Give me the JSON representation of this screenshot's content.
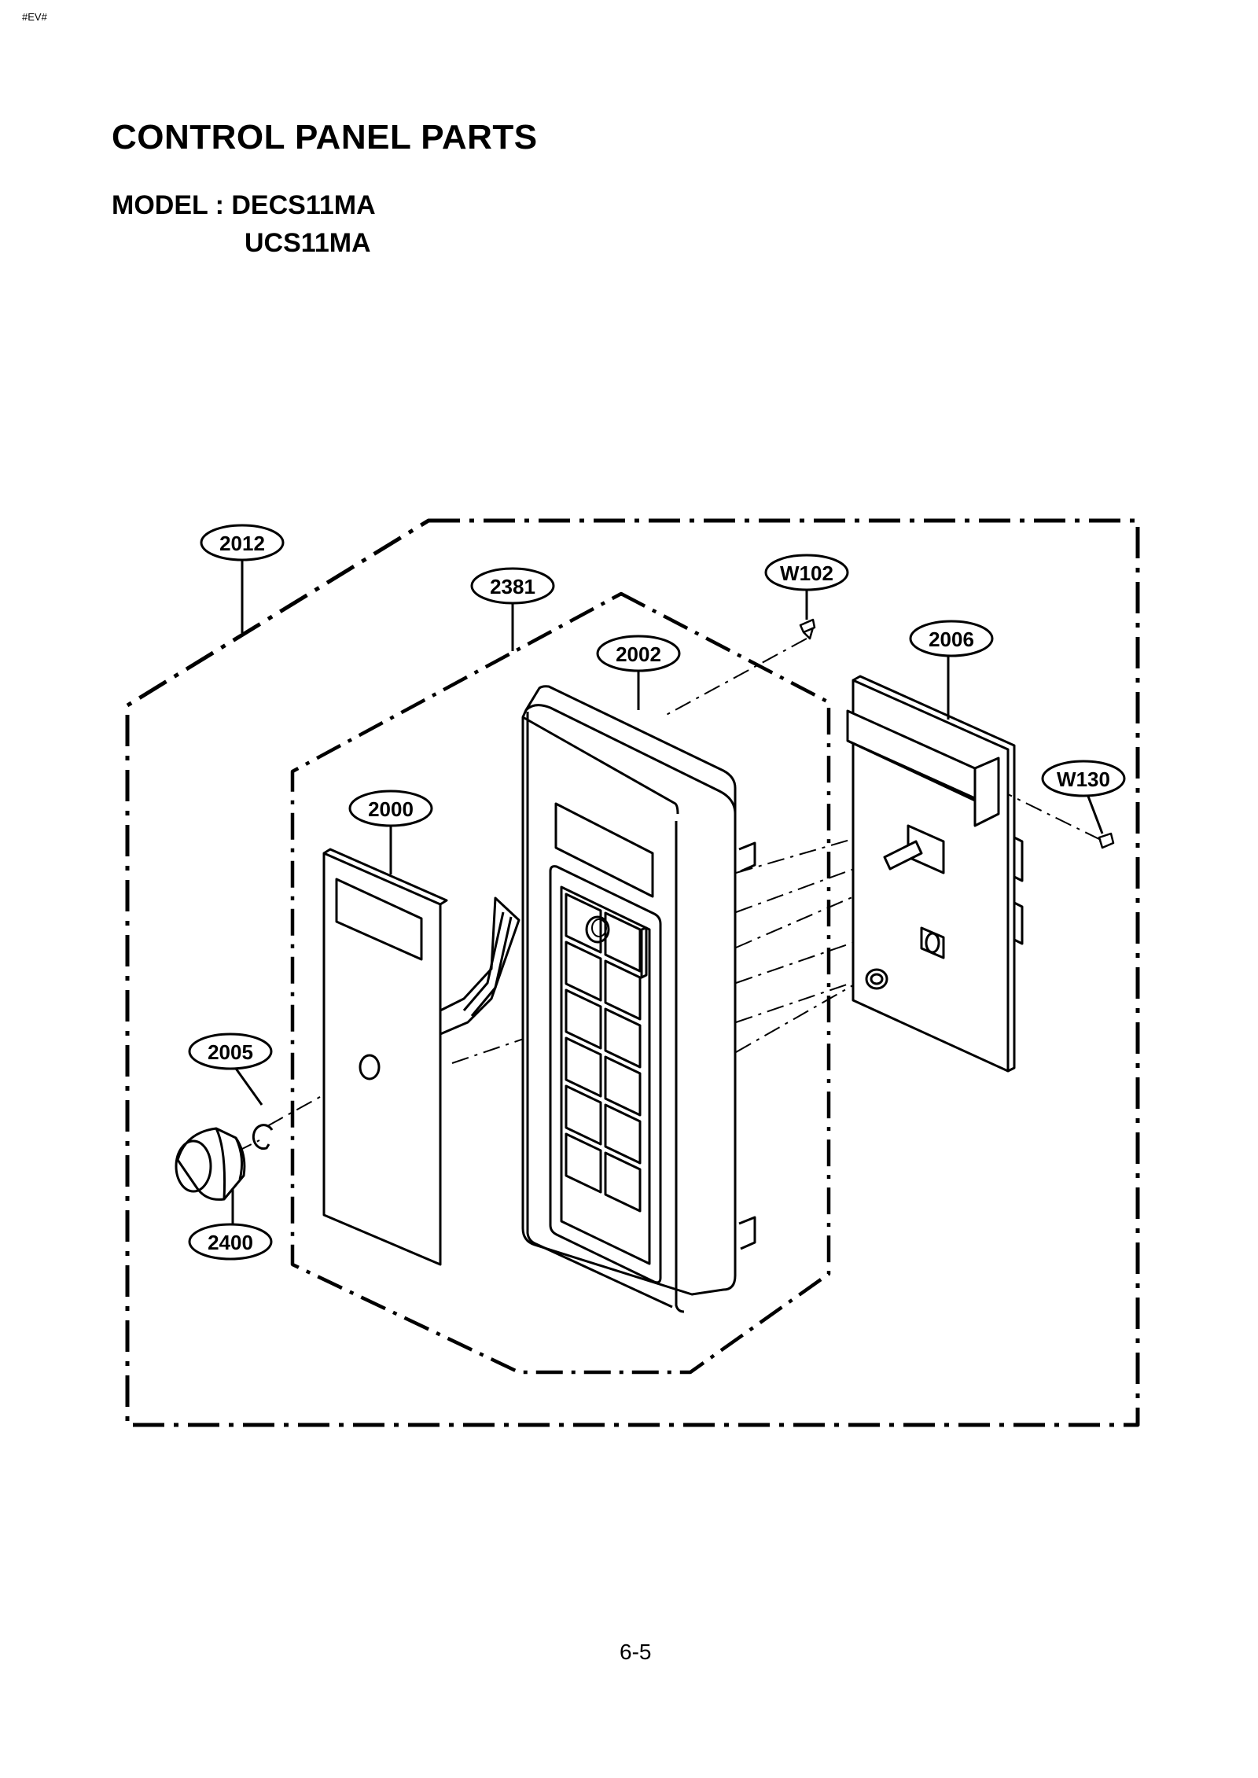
{
  "header": {
    "corner_mark": "#EV#",
    "title": "CONTROL PANEL PARTS",
    "model_line_1": "MODEL : DECS11MA",
    "model_line_2": "UCS11MA"
  },
  "parts": {
    "p2012": "2012",
    "p2381": "2381",
    "pW102": "W102",
    "p2006": "2006",
    "p2002": "2002",
    "pW130": "W130",
    "p2000": "2000",
    "p2005": "2005",
    "p2400": "2400"
  },
  "footer": {
    "page_number": "6-5"
  }
}
